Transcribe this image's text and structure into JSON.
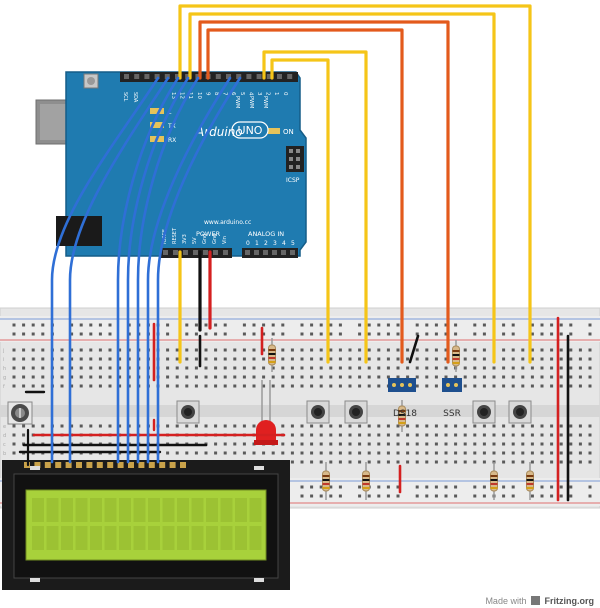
{
  "board": {
    "brand": "Arduino",
    "model": "UNO",
    "website": "www.arduino.cc",
    "on_label": "ON",
    "icsp_label": "ICSP",
    "power_label": "POWER",
    "analog_label": "ANALOG IN",
    "l_label": "L",
    "tx_label": "TX",
    "rx_label": "RX",
    "sda_label": "SCL",
    "scl_label": "SDA",
    "pwm_label": "PWM",
    "digital_nums": [
      "13",
      "12",
      "11",
      "10",
      "9",
      "8",
      "7",
      "6",
      "5",
      "4",
      "3",
      "2",
      "1",
      "0"
    ],
    "power_pins": [
      "IOREF",
      "RESET",
      "3V3",
      "5V",
      "Gnd",
      "Gnd",
      "Vin"
    ],
    "analog_pins": [
      "0",
      "1",
      "2",
      "3",
      "4",
      "5"
    ],
    "colors": {
      "pcb": "#1f7bb0",
      "pcb_dark": "#155d88",
      "usb": "#8e8e8e",
      "jack": "#1a1a1a"
    }
  },
  "parts": {
    "sensor_label": "DS18",
    "relay_label": "SSR"
  },
  "breadboard": {
    "row_letters_top": [
      "j",
      "i",
      "h",
      "g",
      "f"
    ],
    "row_letters_bottom": [
      "e",
      "d",
      "c",
      "b",
      "a"
    ]
  },
  "lcd": {
    "colors": {
      "frame": "#1b1b1b",
      "screen": "#a8d13b",
      "screen_dark": "#8fb52c"
    }
  },
  "wire_colors": {
    "yellow": "#f5c518",
    "orange": "#e35a1c",
    "blue": "#2f6fd6",
    "red": "#d42020",
    "black": "#111111"
  },
  "footer": {
    "made_with": "Made with",
    "brand": "Fritzing.org"
  }
}
